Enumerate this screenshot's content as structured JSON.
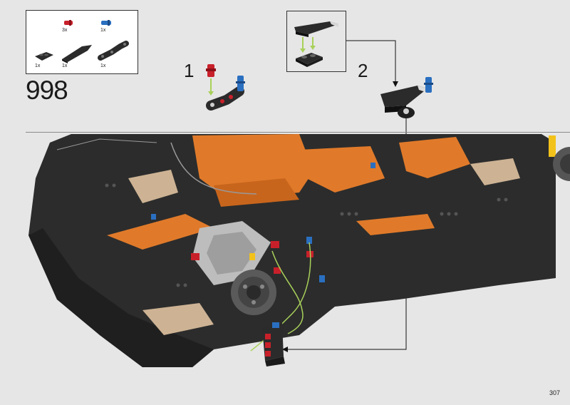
{
  "page": {
    "step_number": "998",
    "page_number": "307"
  },
  "parts_list": [
    {
      "name": "red-pin",
      "quantity": "3x",
      "color": "#c8202a"
    },
    {
      "name": "blue-axle-pin",
      "quantity": "1x",
      "color": "#2a6fc0"
    },
    {
      "name": "black-plate-1x2",
      "quantity": "1x",
      "color": "#2b2b2b"
    },
    {
      "name": "black-wedge-panel",
      "quantity": "1x",
      "color": "#2b2b2b"
    },
    {
      "name": "black-bent-liftarm",
      "quantity": "1x",
      "color": "#2b2b2b"
    }
  ],
  "substeps": [
    {
      "label": "1"
    },
    {
      "label": "2"
    }
  ],
  "colors": {
    "background": "#e6e6e6",
    "model_black": "#2c2c2c",
    "model_orange": "#e07a2a",
    "model_tan": "#cdb394",
    "pin_red": "#c8202a",
    "pin_blue": "#2a6fc0",
    "arrow_green": "#a9d15a"
  }
}
